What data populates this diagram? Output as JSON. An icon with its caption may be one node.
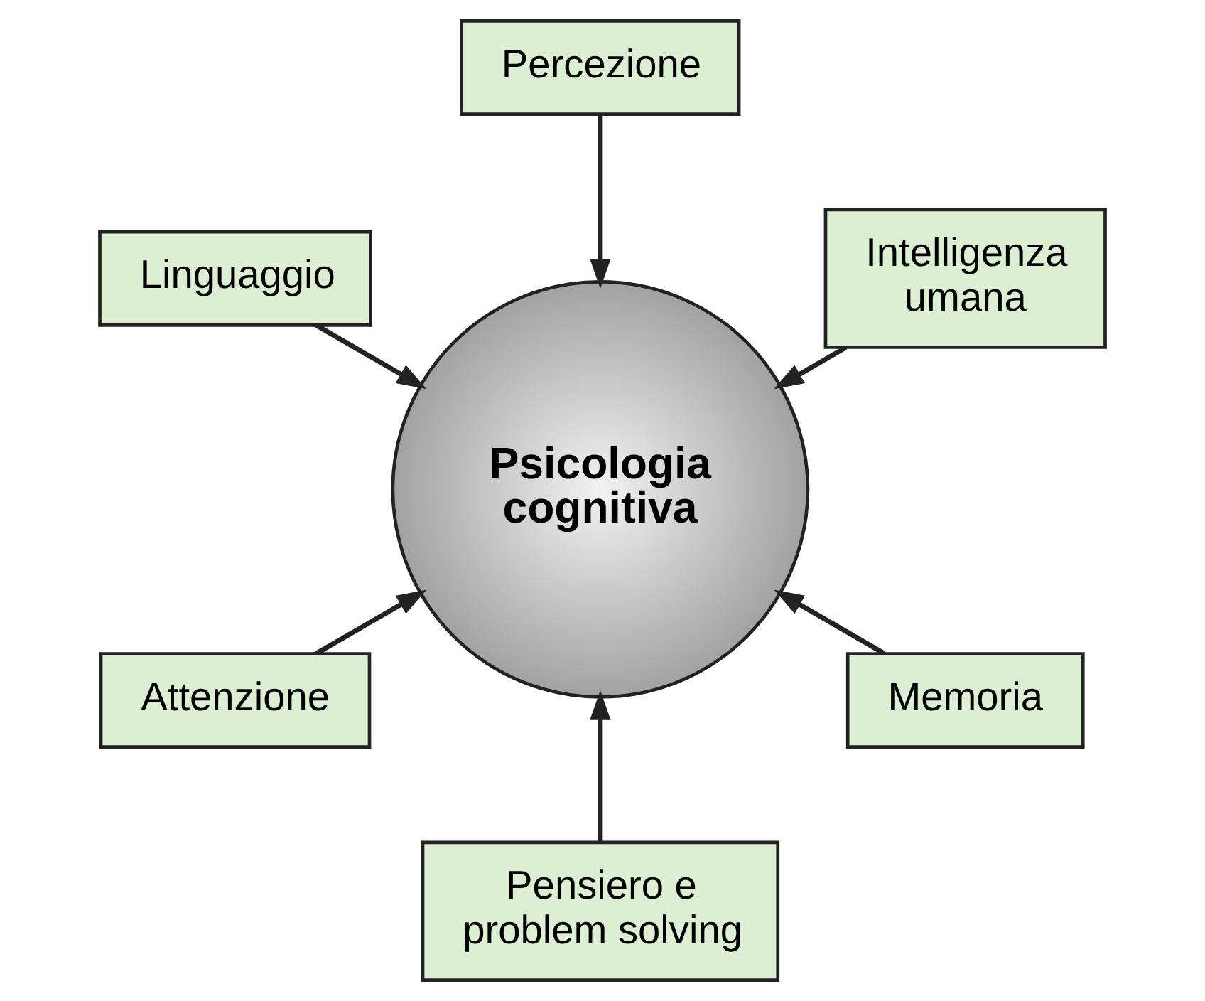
{
  "diagram": {
    "nodes": [
      {
        "text": [
          "Intelligenza umana"
        ]
      },
      {
        "text": [
          "Percezione"
        ]
      },
      {
        "text": [
          "Linguaggio"
        ]
      },
      {
        "text": [
          "Psicologia cognitiva"
        ]
      },
      {
        "text": [
          "Attenzione"
        ]
      },
      {
        "text": [
          "Pensiero e problem solving"
        ]
      },
      {
        "text": [
          "Memoria"
        ]
      }
    ],
    "edges": [
      {
        "from": 0,
        "to": 3,
        "arrow": "to"
      },
      {
        "from": 1,
        "to": 3,
        "arrow": "to"
      },
      {
        "from": 2,
        "to": 3,
        "arrow": "to"
      },
      {
        "from": 4,
        "to": 3,
        "arrow": "to"
      },
      {
        "from": 5,
        "to": 3,
        "arrow": "to"
      },
      {
        "from": 6,
        "to": 3,
        "arrow": "to"
      }
    ]
  }
}
